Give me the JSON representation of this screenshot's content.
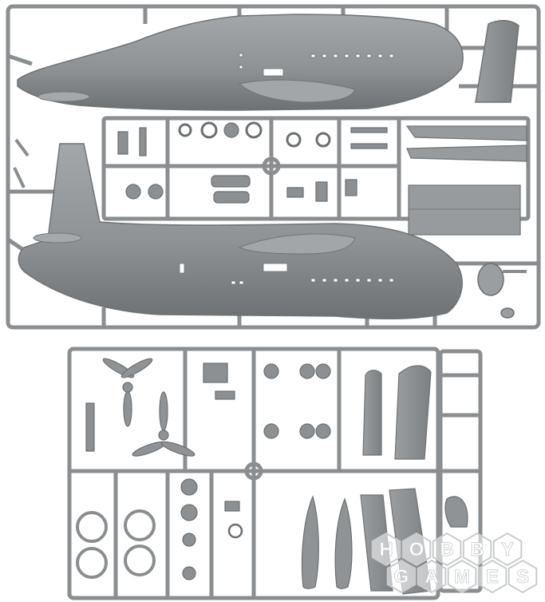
{
  "photo": {
    "subject": "plastic model kit sprues",
    "colors": {
      "plastic": "#8f9395",
      "plastic_dark": "#6f7375",
      "plastic_light": "#a9adaf",
      "background": "#ffffff",
      "watermark_fill": "#ffffff",
      "watermark_stroke": "#c9cccd"
    }
  },
  "watermark": {
    "top_letters": [
      "H",
      "O",
      "B",
      "B",
      "Y"
    ],
    "bottom_letters": [
      "G",
      "A",
      "M",
      "E",
      "S"
    ]
  }
}
